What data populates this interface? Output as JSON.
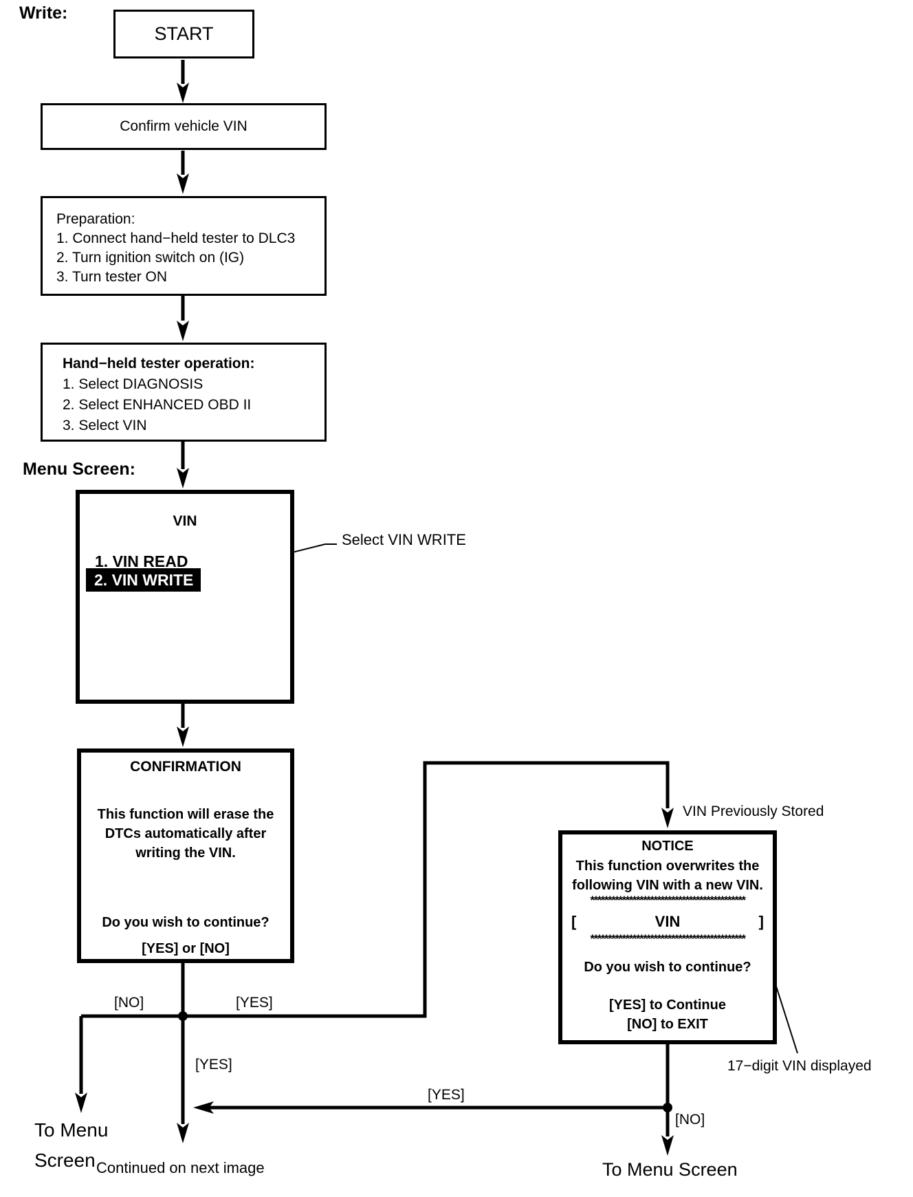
{
  "page_labels": {
    "write": "Write:",
    "menu_screen": "Menu Screen:"
  },
  "nodes": {
    "start": {
      "label": "START"
    },
    "confirm_vin": {
      "label": "Confirm vehicle VIN"
    },
    "preparation": {
      "title": "Preparation:",
      "steps": [
        "1. Connect hand−held tester to DLC3",
        "2. Turn ignition switch on (IG)",
        "3. Turn tester ON"
      ]
    },
    "tester_operation": {
      "title": "Hand−held tester operation:",
      "steps": [
        "1. Select DIAGNOSIS",
        "2. Select ENHANCED OBD II",
        "3. Select VIN"
      ]
    },
    "vin_menu": {
      "title": "VIN",
      "item_read": "1. VIN READ",
      "item_write": "2. VIN WRITE"
    },
    "confirmation_screen": {
      "title": "CONFIRMATION",
      "body": [
        "This function will erase the",
        "DTCs automatically after",
        "writing the VIN."
      ],
      "question": "Do you wish to continue?",
      "options": "[YES] or [NO]"
    },
    "notice_screen": {
      "title": "NOTICE",
      "body": [
        "This function overwrites the",
        "following VIN with a new VIN."
      ],
      "asterisk_row": "********************************************",
      "bracket_open": "[",
      "vin_label": "VIN",
      "bracket_close": "]",
      "question": "Do you wish to continue?",
      "yes_line": "[YES] to Continue",
      "no_line": "[NO] to EXIT"
    }
  },
  "annotations": {
    "select_vin_write": "Select VIN WRITE",
    "vin_previously_stored": "VIN Previously Stored",
    "seventeen_digit_vin": "17−digit VIN displayed"
  },
  "branch_labels": {
    "confirmation_no": "[NO]",
    "confirmation_yes": "[YES]",
    "continue_yes": "[YES]",
    "notice_yes": "[YES]",
    "notice_no": "[NO]"
  },
  "terminals": {
    "to_menu_left_line1": "To Menu",
    "to_menu_left_line2": "Screen",
    "to_menu_right": "To Menu Screen",
    "continued": "Continued on next image"
  }
}
